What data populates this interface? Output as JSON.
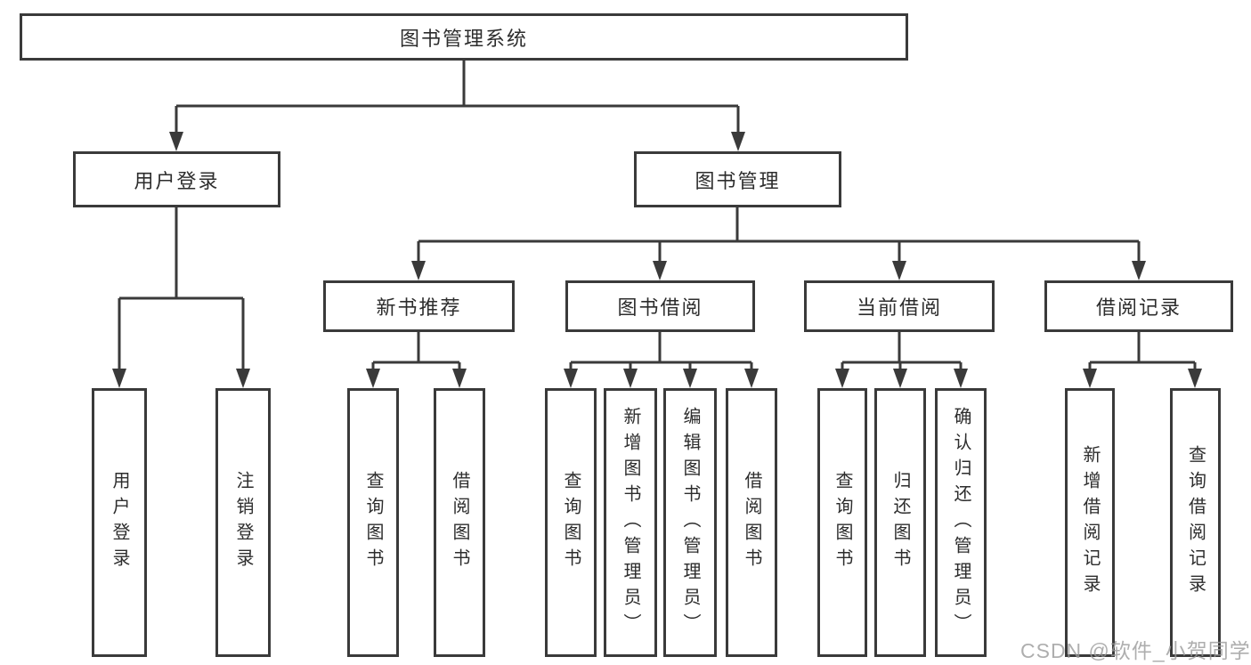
{
  "diagram": {
    "root_label": "图书管理系统",
    "level2": [
      {
        "label": "用户登录"
      },
      {
        "label": "图书管理"
      }
    ],
    "level3": [
      {
        "label": "新书推荐"
      },
      {
        "label": "图书借阅"
      },
      {
        "label": "当前借阅"
      },
      {
        "label": "借阅记录"
      }
    ],
    "leaves": [
      {
        "label": "用户登录"
      },
      {
        "label": "注销登录"
      },
      {
        "label": "查询图书"
      },
      {
        "label": "借阅图书"
      },
      {
        "label": "查询图书"
      },
      {
        "label": "新增图书（管理员）"
      },
      {
        "label": "编辑图书（管理员）"
      },
      {
        "label": "借阅图书"
      },
      {
        "label": "查询图书"
      },
      {
        "label": "归还图书"
      },
      {
        "label": "确认归还（管理员）"
      },
      {
        "label": "新增借阅记录"
      },
      {
        "label": "查询借阅记录"
      }
    ]
  },
  "watermark": {
    "text": "CSDN @软件_小贺同学"
  },
  "colors": {
    "line": "#3a3a3a",
    "text": "#2d2d2d",
    "watermark": "#9b9b9b",
    "background": "#ffffff"
  }
}
